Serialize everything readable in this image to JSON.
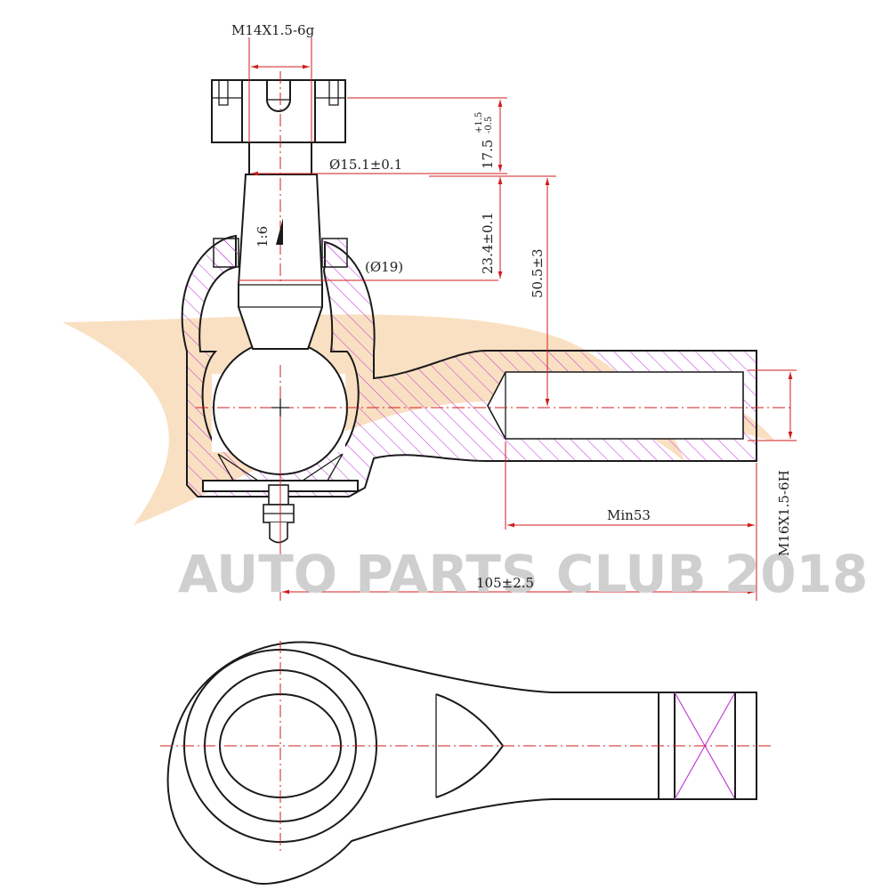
{
  "watermark": {
    "text": "AUTO PARTS CLUB 2018",
    "swoosh_color": "#f6c690"
  },
  "colors": {
    "outline": "#1a1a1a",
    "dimension": "#d21e1e",
    "hatch": "#c040d8",
    "watermark_text": "#cfcfcf"
  },
  "dimensions": {
    "thread_stud": "M14X1.5-6g",
    "stud_diameter": "Ø15.1±0.1",
    "height_nut": "17.5",
    "height_nut_tol_upper": "+1.5",
    "height_nut_tol_lower": "-0.5",
    "taper_length": "23.4±0.1",
    "taper_ratio": "1:6",
    "ball_diameter": "(Ø19)",
    "stud_to_axis": "50.5±3",
    "thread_depth": "Min53",
    "internal_thread": "M16X1.5-6H",
    "overall_length": "105±2.5"
  },
  "views": [
    "side-section",
    "top"
  ]
}
